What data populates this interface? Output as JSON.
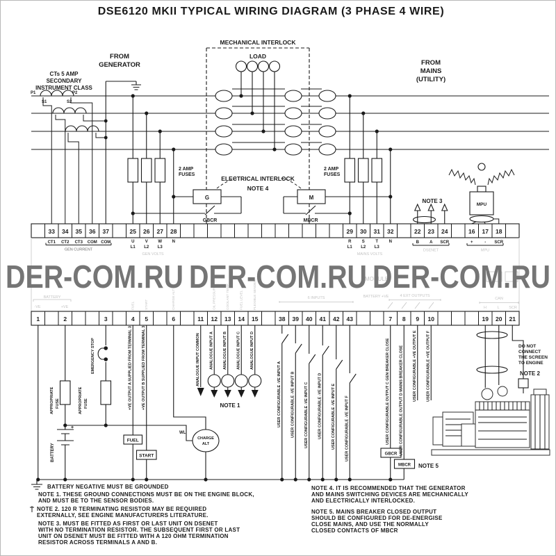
{
  "title": "DSE6120 MKII TYPICAL WIRING DIAGRAM (3 PHASE 4 WIRE)",
  "watermark": {
    "seg1": "DER-COM.RU",
    "seg2": "DER-COM.RU",
    "seg3": "DER-COM.RU"
  },
  "colors": {
    "ink": "#1a1a1a",
    "faint_grey": "#c4c4c4",
    "watermark_grey": "#757575"
  },
  "top": {
    "from_generator_1": "FROM",
    "from_generator_2": "GENERATOR",
    "ct_note_1": "CTs 5 AMP",
    "ct_note_2": "SECONDARY",
    "ct_note_3": "INSTRUMENT CLASS",
    "p1": "P1",
    "p2": "P2",
    "s1": "S1",
    "s2": "S2",
    "mechanical_interlock": "MECHANICAL INTERLOCK",
    "load": "LOAD",
    "from_mains_1": "FROM",
    "from_mains_2": "MAINS",
    "from_mains_3": "(UTILITY)",
    "gen_fuses_1": "2 AMP",
    "gen_fuses_2": "FUSES",
    "mains_fuses_1": "2 AMP",
    "mains_fuses_2": "FUSES",
    "electrical_interlock": "ELECTRICAL INTERLOCK",
    "note4_ref": "NOTE 4",
    "g": "G",
    "gbcr": "GBCR",
    "m": "M",
    "mbcr": "MBCR",
    "note3_ref": "NOTE 3",
    "mpu": "MPU"
  },
  "top_strip": {
    "cells": {
      "c33": "33",
      "c34": "34",
      "c35": "35",
      "c36": "36",
      "c37": "37",
      "c25": "25",
      "c26": "26",
      "c27": "27",
      "c28": "28",
      "c29": "29",
      "c30": "30",
      "c31": "31",
      "c32": "32",
      "c22": "22",
      "c23": "23",
      "c24": "24",
      "c16": "16",
      "c17": "17",
      "c18": "18"
    },
    "labels": {
      "ct1": "CT1",
      "ct2": "CT2",
      "ct3": "CT3",
      "com1": "COM",
      "com2": "COM",
      "gen_current": "GEN CURRENT",
      "u": "U",
      "v": "V",
      "w": "W",
      "n_gen": "N",
      "l1": "L1",
      "l2": "L2",
      "l3": "L3",
      "gen_volts": "GEN VOLTS",
      "r": "R",
      "s": "S",
      "t": "T",
      "n_mains": "N",
      "ml1": "L1",
      "ml2": "L2",
      "ml3": "L3",
      "mains_volts": "MAINS VOLTS",
      "b": "B",
      "a": "A",
      "scr_dsenet": "SCR",
      "dsenet": "DSENET",
      "plus": "+",
      "minus": "-",
      "scr_mpu": "SCR",
      "mpu": "MPU"
    }
  },
  "module": {
    "name": "MODULE"
  },
  "bottom_strip": {
    "cells": {
      "c1": "1",
      "c2": "2",
      "c3": "3",
      "c4": "4",
      "c5": "5",
      "c6": "6",
      "c11": "11",
      "c12": "12",
      "c13": "13",
      "c14": "14",
      "c15": "15",
      "c38": "38",
      "c39": "39",
      "c40": "40",
      "c41": "41",
      "c42": "42",
      "c43": "43",
      "c7": "7",
      "c8": "8",
      "c9": "9",
      "c10": "10",
      "c19": "19",
      "c20": "20",
      "c21": "21"
    },
    "faint": {
      "battery": "BATTERY",
      "mve": "-VE",
      "pve": "+VE",
      "fuel": "FUEL",
      "start": "START",
      "charge_alt": "CHARGE ALT",
      "oil": "OIL PRESSURE",
      "coolant": "COOLANT TEMP",
      "fuel_level": "FUEL LEVEL",
      "flexible": "FLEXIBLE SENDER",
      "six_inputs": "6 INPUTS",
      "batt_pve": "BATTERY +VE",
      "four_ext": "4 EXT OUTPUTS",
      "can": "CAN",
      "h": "H",
      "l": "L",
      "scr": "SCR"
    }
  },
  "bottom": {
    "appropriate": "APPROPRIATE",
    "fuse": "FUSE",
    "battery": "BATTERY",
    "battery_plus": "+",
    "emergency_stop": "EMERGENCY STOP",
    "out_a": "+VE OUTPUT A SUPPLIED FROM TERMINAL 3",
    "out_b": "+VE OUTPUT B SUPPLIED FROM TERMINAL 3",
    "fuel_box": "FUEL",
    "start_box": "START",
    "wl": "WL",
    "charge_1": "CHARGE",
    "charge_2": "ALT",
    "an_common": "ANALOGUE INPUT COMMON",
    "an_a": "ANALOGUE INPUT A",
    "an_b": "ANALOGUE INPUT B",
    "an_c": "ANALOGUE INPUT C",
    "an_d": "ANALOGUE INPUT D",
    "note1_ref": "NOTE 1",
    "in_a": "USER CONFIGURABLE -VE INPUT A",
    "in_b": "USER CONFIGURABLE -VE INPUT B",
    "in_c": "USER CONFIGURABLE -VE INPUT C",
    "in_d": "USER CONFIGURABLE -VE INPUT D",
    "in_e": "USER CONFIGURABLE -VE INPUT E",
    "in_f": "USER CONFIGURABLE -VE INPUT F",
    "out_c": "USER CONFIGURABLE OUTPUT C GEN BREAKER CLOSE",
    "out_d": "USER CONFIGURABLE OUTPUT D MAINS BREAKER CLOSE",
    "out_e": "USER CONFIGURABLE +VE OUTPUT E",
    "out_f": "USER CONFIGURABLE +VE OUTPUT F",
    "gbcr": "GBCR",
    "mbcr": "MBCR",
    "note5_ref": "NOTE 5",
    "do_not_1": "DO NOT",
    "do_not_2": "CONNECT",
    "do_not_3": "THE SCREEN",
    "do_not_4": "TO ENGINE",
    "note2_ref": "NOTE 2"
  },
  "notes": {
    "ground": "BATTERY NEGATIVE MUST BE GROUNDED",
    "n1a": "NOTE 1. THESE GROUND CONNECTIONS MUST BE ON THE ENGINE BLOCK,",
    "n1b": "AND MUST BE TO THE SENSOR BODIES.",
    "n2a": "NOTE 2. 120 R TERMINATING RESISTOR MAY BE REQUIRED",
    "n2b": "EXTERNALLY, SEE ENGINE MANUFACTURERS LITERATURE.",
    "n3a": "NOTE 3. MUST BE FITTED AS FIRST OR LAST UNIT ON DSENET",
    "n3b": "WITH NO TERMINATION RESISTOR. THE SUBSEQUENT FIRST OR LAST",
    "n3c": "UNIT ON DSENET MUST BE FITTED WITH A 120 OHM TERMINATION",
    "n3d": "RESISTOR ACROSS TERMINALS A AND B.",
    "n4a": "NOTE 4. IT IS RECOMMENDED THAT THE GENERATOR",
    "n4b": "AND MAINS SWITCHING DEVICES ARE MECHANICALLY",
    "n4c": "AND ELECTRICALLY INTERLOCKED.",
    "n5a": "NOTE 5. MAINS BREAKER CLOSED OUTPUT",
    "n5b": "SHOULD BE CONFIGURED FOR DE-ENERGISE",
    "n5c": "CLOSE MAINS, AND USE THE NORMALLY",
    "n5d": "CLOSED CONTACTS OF MBCR"
  }
}
